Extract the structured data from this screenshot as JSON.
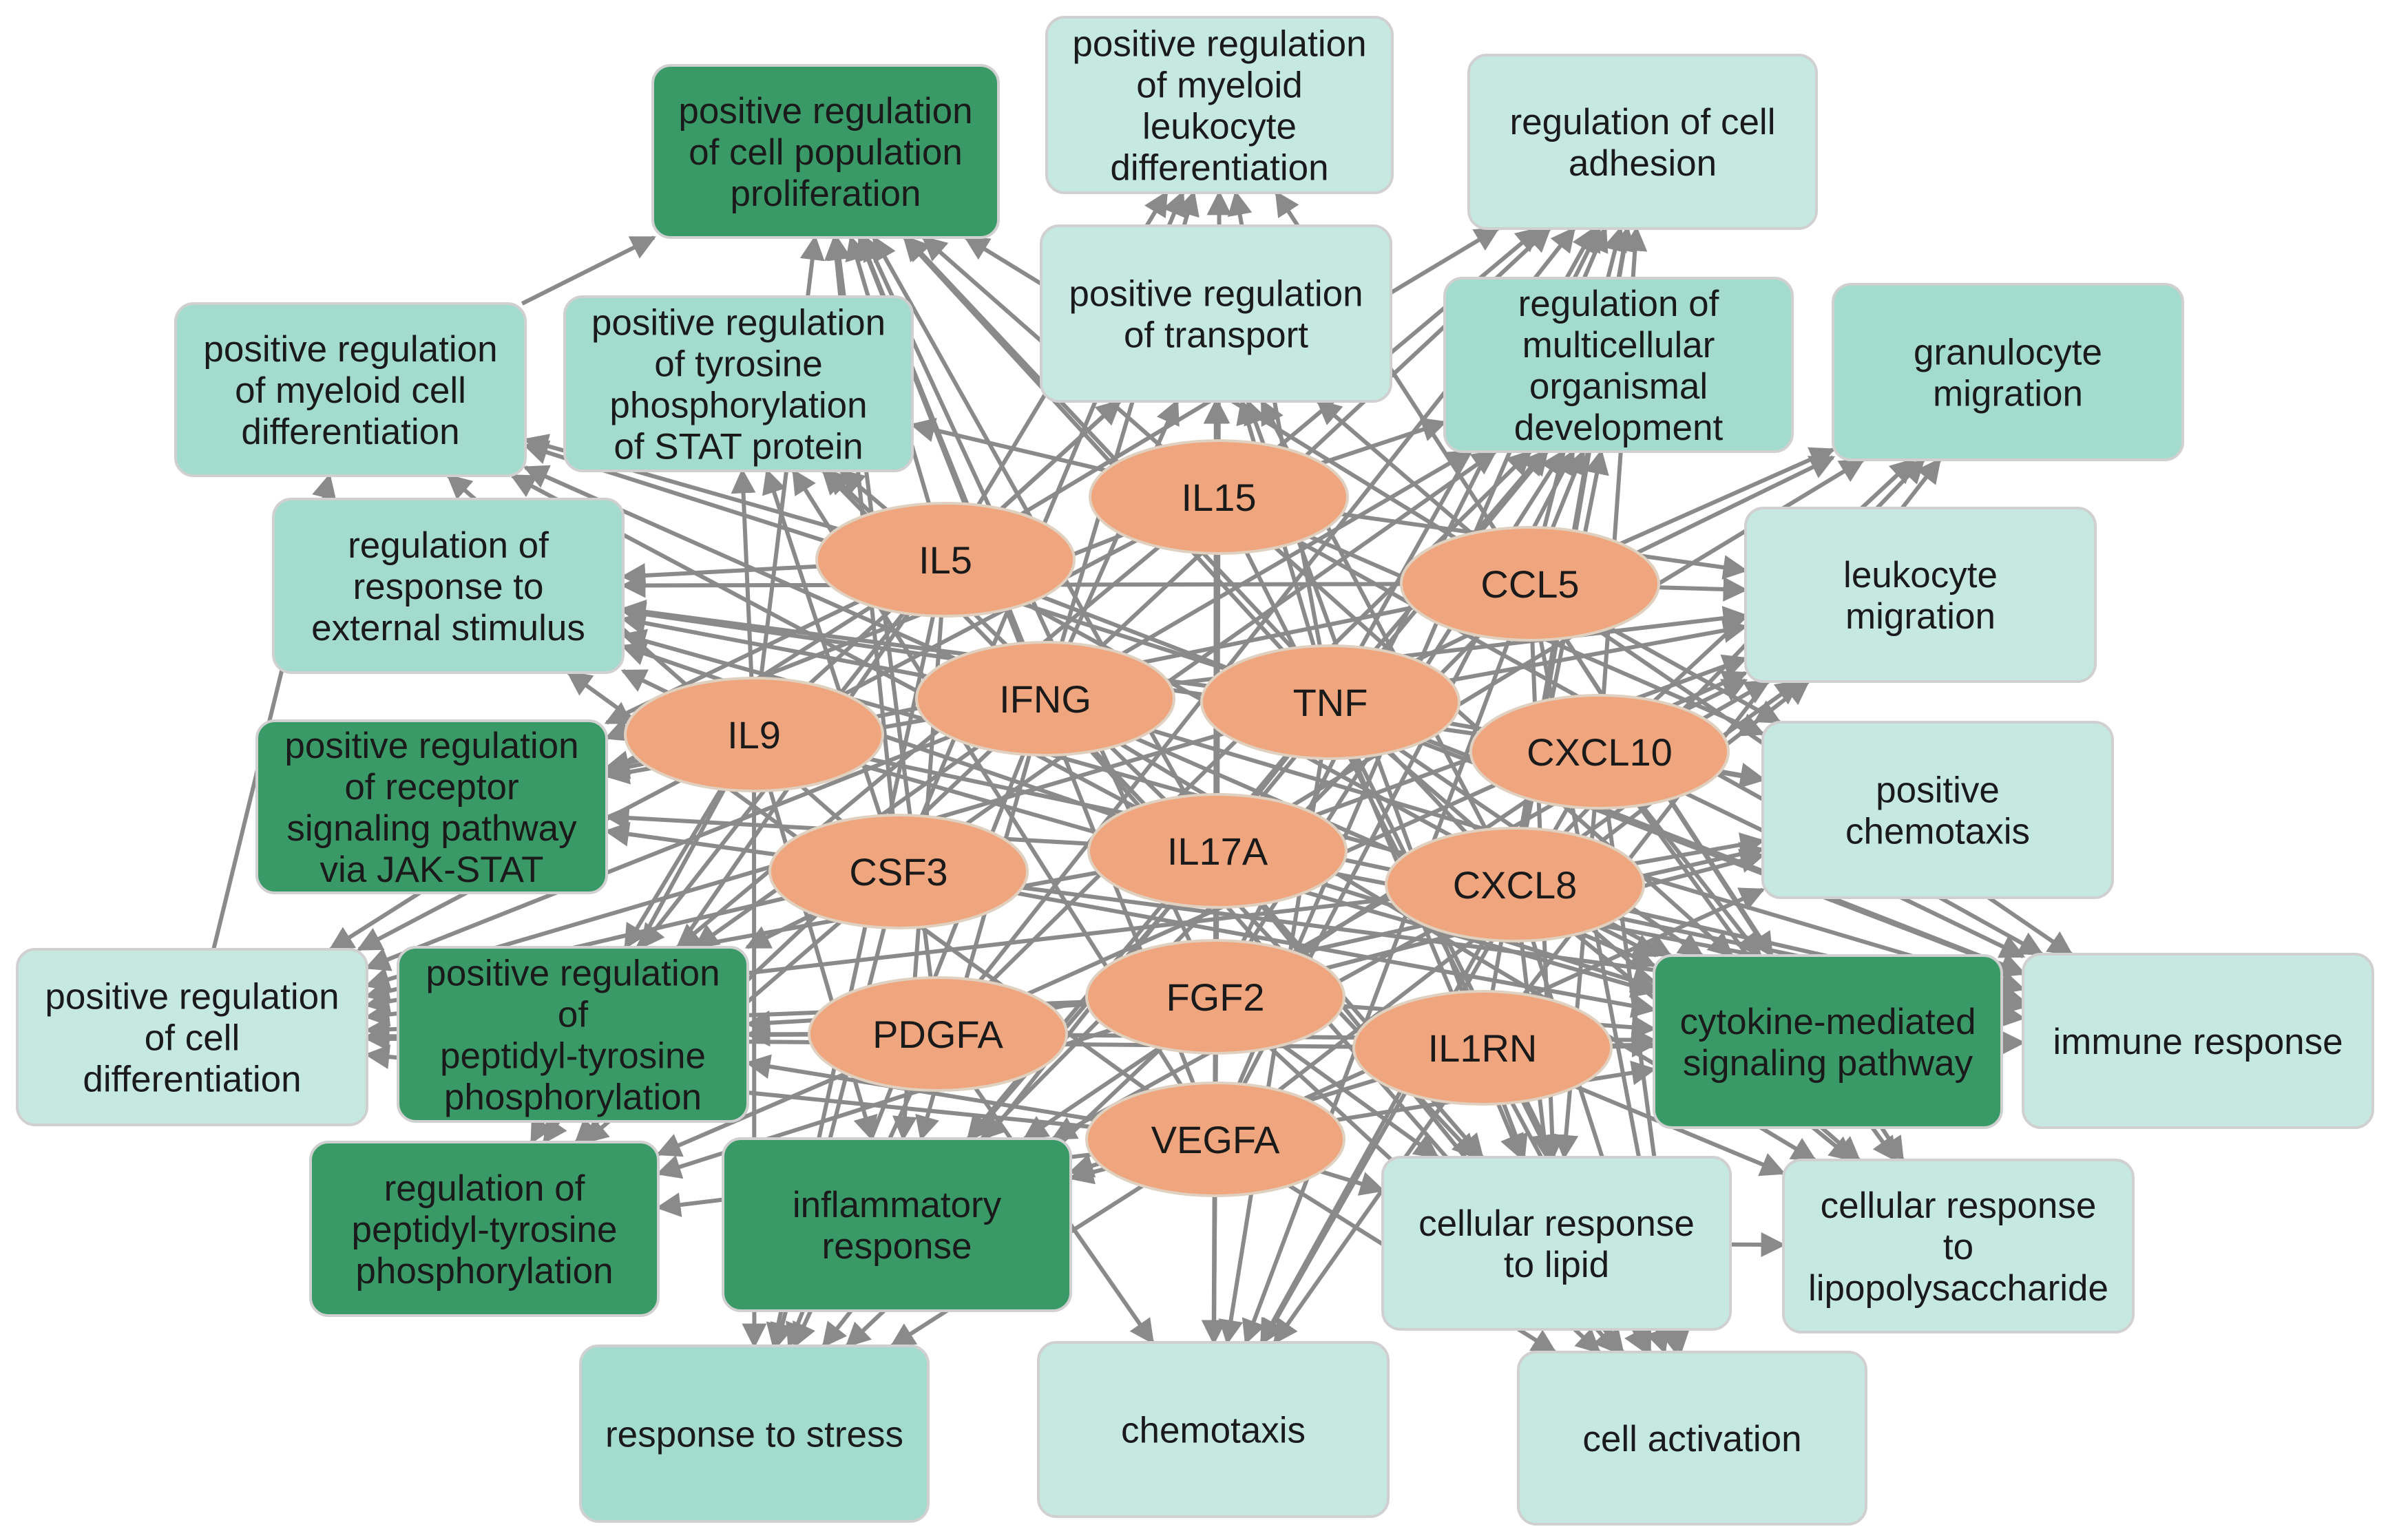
{
  "colors": {
    "gene": "#efa57d",
    "gene_stroke": "#e0d0c0",
    "term_light": "#c5e8e1",
    "term_mid": "#a3dccf",
    "term_dark": "#3a9a67",
    "term_stroke": "#d0d0d0",
    "edge": "#8a8a8a"
  },
  "genes": [
    {
      "id": "IL15",
      "label": "IL15"
    },
    {
      "id": "IL5",
      "label": "IL5"
    },
    {
      "id": "CCL5",
      "label": "CCL5"
    },
    {
      "id": "IFNG",
      "label": "IFNG"
    },
    {
      "id": "TNF",
      "label": "TNF"
    },
    {
      "id": "IL9",
      "label": "IL9"
    },
    {
      "id": "CXCL10",
      "label": "CXCL10"
    },
    {
      "id": "CSF3",
      "label": "CSF3"
    },
    {
      "id": "IL17A",
      "label": "IL17A"
    },
    {
      "id": "CXCL8",
      "label": "CXCL8"
    },
    {
      "id": "PDGFA",
      "label": "PDGFA"
    },
    {
      "id": "FGF2",
      "label": "FGF2"
    },
    {
      "id": "IL1RN",
      "label": "IL1RN"
    },
    {
      "id": "VEGFA",
      "label": "VEGFA"
    }
  ],
  "terms": [
    {
      "id": "t_pop_prolif",
      "shade": "dark",
      "lines": [
        "positive regulation",
        "of cell population",
        "proliferation"
      ]
    },
    {
      "id": "t_myeloid_leuk",
      "shade": "light",
      "lines": [
        "positive regulation",
        "of myeloid",
        "leukocyte",
        "differentiation"
      ]
    },
    {
      "id": "t_cell_adhesion",
      "shade": "light",
      "lines": [
        "regulation of cell",
        "adhesion"
      ]
    },
    {
      "id": "t_transport",
      "shade": "light",
      "lines": [
        "positive regulation",
        "of transport"
      ]
    },
    {
      "id": "t_multicell",
      "shade": "mid",
      "lines": [
        "regulation of",
        "multicellular",
        "organismal",
        "development"
      ]
    },
    {
      "id": "t_granulocyte",
      "shade": "mid",
      "lines": [
        "granulocyte",
        "migration"
      ]
    },
    {
      "id": "t_myeloid_cell",
      "shade": "mid",
      "lines": [
        "positive regulation",
        "of myeloid cell",
        "differentiation"
      ]
    },
    {
      "id": "t_stat",
      "shade": "mid",
      "lines": [
        "positive regulation",
        "of tyrosine",
        "phosphorylation",
        "of STAT protein"
      ]
    },
    {
      "id": "t_ext_stim",
      "shade": "mid",
      "lines": [
        "regulation of",
        "response to",
        "external stimulus"
      ]
    },
    {
      "id": "t_leuk_mig",
      "shade": "light",
      "lines": [
        "leukocyte",
        "migration"
      ]
    },
    {
      "id": "t_jak_stat",
      "shade": "dark",
      "lines": [
        "positive regulation",
        "of receptor",
        "signaling pathway",
        "via JAK-STAT"
      ]
    },
    {
      "id": "t_pos_chemo",
      "shade": "light",
      "lines": [
        "positive",
        "chemotaxis"
      ]
    },
    {
      "id": "t_cell_diff",
      "shade": "light",
      "lines": [
        "positive regulation",
        "of cell",
        "differentiation"
      ]
    },
    {
      "id": "t_pep_tyr_pos",
      "shade": "dark",
      "lines": [
        "positive regulation",
        "of",
        "peptidyl-tyrosine",
        "phosphorylation"
      ]
    },
    {
      "id": "t_cytokine",
      "shade": "dark",
      "lines": [
        "cytokine-mediated",
        "signaling pathway"
      ]
    },
    {
      "id": "t_immune",
      "shade": "light",
      "lines": [
        "immune response"
      ]
    },
    {
      "id": "t_pep_tyr",
      "shade": "dark",
      "lines": [
        "regulation of",
        "peptidyl-tyrosine",
        "phosphorylation"
      ]
    },
    {
      "id": "t_inflam",
      "shade": "dark",
      "lines": [
        "inflammatory",
        "response"
      ]
    },
    {
      "id": "t_lipid",
      "shade": "light",
      "lines": [
        "cellular response",
        "to lipid"
      ]
    },
    {
      "id": "t_lps",
      "shade": "light",
      "lines": [
        "cellular response",
        "to",
        "lipopolysaccharide"
      ]
    },
    {
      "id": "t_stress",
      "shade": "mid",
      "lines": [
        "response to stress"
      ]
    },
    {
      "id": "t_chemotaxis",
      "shade": "light",
      "lines": [
        "chemotaxis"
      ]
    },
    {
      "id": "t_activation",
      "shade": "light",
      "lines": [
        "cell activation"
      ]
    }
  ],
  "edges": [
    [
      "IL5",
      "t_pop_prolif"
    ],
    [
      "IL15",
      "t_pop_prolif"
    ],
    [
      "IFNG",
      "t_pop_prolif"
    ],
    [
      "TNF",
      "t_pop_prolif"
    ],
    [
      "IL9",
      "t_pop_prolif"
    ],
    [
      "CSF3",
      "t_pop_prolif"
    ],
    [
      "IL17A",
      "t_pop_prolif"
    ],
    [
      "PDGFA",
      "t_pop_prolif"
    ],
    [
      "FGF2",
      "t_pop_prolif"
    ],
    [
      "VEGFA",
      "t_pop_prolif"
    ],
    [
      "CXCL8",
      "t_pop_prolif"
    ],
    [
      "CCL5",
      "t_pop_prolif"
    ],
    [
      "IL5",
      "t_myeloid_leuk"
    ],
    [
      "IFNG",
      "t_myeloid_leuk"
    ],
    [
      "TNF",
      "t_myeloid_leuk"
    ],
    [
      "CSF3",
      "t_myeloid_leuk"
    ],
    [
      "IL17A",
      "t_myeloid_leuk"
    ],
    [
      "CCL5",
      "t_myeloid_leuk"
    ],
    [
      "IFNG",
      "t_cell_adhesion"
    ],
    [
      "TNF",
      "t_cell_adhesion"
    ],
    [
      "IL15",
      "t_cell_adhesion"
    ],
    [
      "CCL5",
      "t_cell_adhesion"
    ],
    [
      "CXCL10",
      "t_cell_adhesion"
    ],
    [
      "CXCL8",
      "t_cell_adhesion"
    ],
    [
      "PDGFA",
      "t_cell_adhesion"
    ],
    [
      "VEGFA",
      "t_cell_adhesion"
    ],
    [
      "IL1RN",
      "t_cell_adhesion"
    ],
    [
      "FGF2",
      "t_cell_adhesion"
    ],
    [
      "IL5",
      "t_cell_adhesion"
    ],
    [
      "IL5",
      "t_transport"
    ],
    [
      "IL15",
      "t_transport"
    ],
    [
      "IFNG",
      "t_transport"
    ],
    [
      "TNF",
      "t_transport"
    ],
    [
      "IL17A",
      "t_transport"
    ],
    [
      "CCL5",
      "t_transport"
    ],
    [
      "CXCL8",
      "t_transport"
    ],
    [
      "FGF2",
      "t_transport"
    ],
    [
      "VEGFA",
      "t_transport"
    ],
    [
      "IL1RN",
      "t_transport"
    ],
    [
      "IL9",
      "t_transport"
    ],
    [
      "TNF",
      "t_multicell"
    ],
    [
      "IFNG",
      "t_multicell"
    ],
    [
      "IL15",
      "t_multicell"
    ],
    [
      "FGF2",
      "t_multicell"
    ],
    [
      "VEGFA",
      "t_multicell"
    ],
    [
      "PDGFA",
      "t_multicell"
    ],
    [
      "IL17A",
      "t_multicell"
    ],
    [
      "CSF3",
      "t_multicell"
    ],
    [
      "CXCL8",
      "t_multicell"
    ],
    [
      "CCL5",
      "t_multicell"
    ],
    [
      "CCL5",
      "t_granulocyte"
    ],
    [
      "CXCL8",
      "t_granulocyte"
    ],
    [
      "TNF",
      "t_granulocyte"
    ],
    [
      "IL17A",
      "t_granulocyte"
    ],
    [
      "CXCL10",
      "t_granulocyte"
    ],
    [
      "IL1RN",
      "t_granulocyte"
    ],
    [
      "IL5",
      "t_myeloid_cell"
    ],
    [
      "IFNG",
      "t_myeloid_cell"
    ],
    [
      "TNF",
      "t_myeloid_cell"
    ],
    [
      "CSF3",
      "t_myeloid_cell"
    ],
    [
      "IL17A",
      "t_myeloid_cell"
    ],
    [
      "IL5",
      "t_stat"
    ],
    [
      "IL15",
      "t_stat"
    ],
    [
      "IFNG",
      "t_stat"
    ],
    [
      "IL9",
      "t_stat"
    ],
    [
      "CSF3",
      "t_stat"
    ],
    [
      "VEGFA",
      "t_stat"
    ],
    [
      "IL17A",
      "t_stat"
    ],
    [
      "IL5",
      "t_ext_stim"
    ],
    [
      "IFNG",
      "t_ext_stim"
    ],
    [
      "TNF",
      "t_ext_stim"
    ],
    [
      "CCL5",
      "t_ext_stim"
    ],
    [
      "CXCL10",
      "t_ext_stim"
    ],
    [
      "CXCL8",
      "t_ext_stim"
    ],
    [
      "IL9",
      "t_ext_stim"
    ],
    [
      "IL17A",
      "t_ext_stim"
    ],
    [
      "VEGFA",
      "t_ext_stim"
    ],
    [
      "CCL5",
      "t_leuk_mig"
    ],
    [
      "CXCL10",
      "t_leuk_mig"
    ],
    [
      "CXCL8",
      "t_leuk_mig"
    ],
    [
      "TNF",
      "t_leuk_mig"
    ],
    [
      "IL15",
      "t_leuk_mig"
    ],
    [
      "IFNG",
      "t_leuk_mig"
    ],
    [
      "IL17A",
      "t_leuk_mig"
    ],
    [
      "VEGFA",
      "t_leuk_mig"
    ],
    [
      "PDGFA",
      "t_leuk_mig"
    ],
    [
      "FGF2",
      "t_leuk_mig"
    ],
    [
      "IL5",
      "t_jak_stat"
    ],
    [
      "IL15",
      "t_jak_stat"
    ],
    [
      "IFNG",
      "t_jak_stat"
    ],
    [
      "IL9",
      "t_jak_stat"
    ],
    [
      "CSF3",
      "t_jak_stat"
    ],
    [
      "IL17A",
      "t_jak_stat"
    ],
    [
      "CCL5",
      "t_jak_stat"
    ],
    [
      "CCL5",
      "t_pos_chemo"
    ],
    [
      "CXCL10",
      "t_pos_chemo"
    ],
    [
      "CXCL8",
      "t_pos_chemo"
    ],
    [
      "TNF",
      "t_pos_chemo"
    ],
    [
      "FGF2",
      "t_pos_chemo"
    ],
    [
      "VEGFA",
      "t_pos_chemo"
    ],
    [
      "PDGFA",
      "t_pos_chemo"
    ],
    [
      "IL15",
      "t_pos_chemo"
    ],
    [
      "IL5",
      "t_cell_diff"
    ],
    [
      "IFNG",
      "t_cell_diff"
    ],
    [
      "TNF",
      "t_cell_diff"
    ],
    [
      "CSF3",
      "t_cell_diff"
    ],
    [
      "IL17A",
      "t_cell_diff"
    ],
    [
      "PDGFA",
      "t_cell_diff"
    ],
    [
      "FGF2",
      "t_cell_diff"
    ],
    [
      "VEGFA",
      "t_cell_diff"
    ],
    [
      "CXCL8",
      "t_cell_diff"
    ],
    [
      "IL1RN",
      "t_cell_diff"
    ],
    [
      "IL15",
      "t_cell_diff"
    ],
    [
      "IL5",
      "t_pep_tyr_pos"
    ],
    [
      "IFNG",
      "t_pep_tyr_pos"
    ],
    [
      "IL9",
      "t_pep_tyr_pos"
    ],
    [
      "CSF3",
      "t_pep_tyr_pos"
    ],
    [
      "PDGFA",
      "t_pep_tyr_pos"
    ],
    [
      "FGF2",
      "t_pep_tyr_pos"
    ],
    [
      "VEGFA",
      "t_pep_tyr_pos"
    ],
    [
      "IL15",
      "t_pep_tyr_pos"
    ],
    [
      "IL5",
      "t_cytokine"
    ],
    [
      "IL15",
      "t_cytokine"
    ],
    [
      "IFNG",
      "t_cytokine"
    ],
    [
      "TNF",
      "t_cytokine"
    ],
    [
      "IL9",
      "t_cytokine"
    ],
    [
      "CSF3",
      "t_cytokine"
    ],
    [
      "IL17A",
      "t_cytokine"
    ],
    [
      "CCL5",
      "t_cytokine"
    ],
    [
      "CXCL10",
      "t_cytokine"
    ],
    [
      "CXCL8",
      "t_cytokine"
    ],
    [
      "IL1RN",
      "t_cytokine"
    ],
    [
      "FGF2",
      "t_cytokine"
    ],
    [
      "VEGFA",
      "t_cytokine"
    ],
    [
      "PDGFA",
      "t_cytokine"
    ],
    [
      "IL5",
      "t_immune"
    ],
    [
      "IL15",
      "t_immune"
    ],
    [
      "IFNG",
      "t_immune"
    ],
    [
      "TNF",
      "t_immune"
    ],
    [
      "CSF3",
      "t_immune"
    ],
    [
      "IL17A",
      "t_immune"
    ],
    [
      "CCL5",
      "t_immune"
    ],
    [
      "CXCL10",
      "t_immune"
    ],
    [
      "CXCL8",
      "t_immune"
    ],
    [
      "IL1RN",
      "t_immune"
    ],
    [
      "IL9",
      "t_immune"
    ],
    [
      "IL5",
      "t_pep_tyr"
    ],
    [
      "IFNG",
      "t_pep_tyr"
    ],
    [
      "IL9",
      "t_pep_tyr"
    ],
    [
      "PDGFA",
      "t_pep_tyr"
    ],
    [
      "FGF2",
      "t_pep_tyr"
    ],
    [
      "VEGFA",
      "t_pep_tyr"
    ],
    [
      "CSF3",
      "t_pep_tyr"
    ],
    [
      "TNF",
      "t_inflam"
    ],
    [
      "IFNG",
      "t_inflam"
    ],
    [
      "IL17A",
      "t_inflam"
    ],
    [
      "CCL5",
      "t_inflam"
    ],
    [
      "CXCL10",
      "t_inflam"
    ],
    [
      "CXCL8",
      "t_inflam"
    ],
    [
      "IL1RN",
      "t_inflam"
    ],
    [
      "IL5",
      "t_inflam"
    ],
    [
      "IL9",
      "t_inflam"
    ],
    [
      "VEGFA",
      "t_inflam"
    ],
    [
      "TNF",
      "t_lipid"
    ],
    [
      "IFNG",
      "t_lipid"
    ],
    [
      "IL17A",
      "t_lipid"
    ],
    [
      "CCL5",
      "t_lipid"
    ],
    [
      "CXCL10",
      "t_lipid"
    ],
    [
      "CXCL8",
      "t_lipid"
    ],
    [
      "IL1RN",
      "t_lipid"
    ],
    [
      "FGF2",
      "t_lipid"
    ],
    [
      "VEGFA",
      "t_lipid"
    ],
    [
      "TNF",
      "t_lps"
    ],
    [
      "IFNG",
      "t_lps"
    ],
    [
      "CCL5",
      "t_lps"
    ],
    [
      "CXCL10",
      "t_lps"
    ],
    [
      "CXCL8",
      "t_lps"
    ],
    [
      "IL1RN",
      "t_lps"
    ],
    [
      "t_lipid",
      "t_lps"
    ],
    [
      "IL5",
      "t_stress"
    ],
    [
      "IFNG",
      "t_stress"
    ],
    [
      "TNF",
      "t_stress"
    ],
    [
      "IL9",
      "t_stress"
    ],
    [
      "CSF3",
      "t_stress"
    ],
    [
      "PDGFA",
      "t_stress"
    ],
    [
      "FGF2",
      "t_stress"
    ],
    [
      "VEGFA",
      "t_stress"
    ],
    [
      "CCL5",
      "t_chemotaxis"
    ],
    [
      "CXCL10",
      "t_chemotaxis"
    ],
    [
      "CXCL8",
      "t_chemotaxis"
    ],
    [
      "IL17A",
      "t_chemotaxis"
    ],
    [
      "FGF2",
      "t_chemotaxis"
    ],
    [
      "VEGFA",
      "t_chemotaxis"
    ],
    [
      "PDGFA",
      "t_chemotaxis"
    ],
    [
      "TNF",
      "t_chemotaxis"
    ],
    [
      "IL1RN",
      "t_chemotaxis"
    ],
    [
      "IFNG",
      "t_activation"
    ],
    [
      "TNF",
      "t_activation"
    ],
    [
      "IL15",
      "t_activation"
    ],
    [
      "CCL5",
      "t_activation"
    ],
    [
      "CXCL10",
      "t_activation"
    ],
    [
      "CXCL8",
      "t_activation"
    ],
    [
      "IL1RN",
      "t_activation"
    ],
    [
      "IL17A",
      "t_activation"
    ],
    [
      "VEGFA",
      "t_activation"
    ],
    [
      "FGF2",
      "t_activation"
    ],
    [
      "t_myeloid_cell",
      "t_pop_prolif"
    ],
    [
      "t_cell_diff",
      "t_myeloid_cell"
    ]
  ]
}
